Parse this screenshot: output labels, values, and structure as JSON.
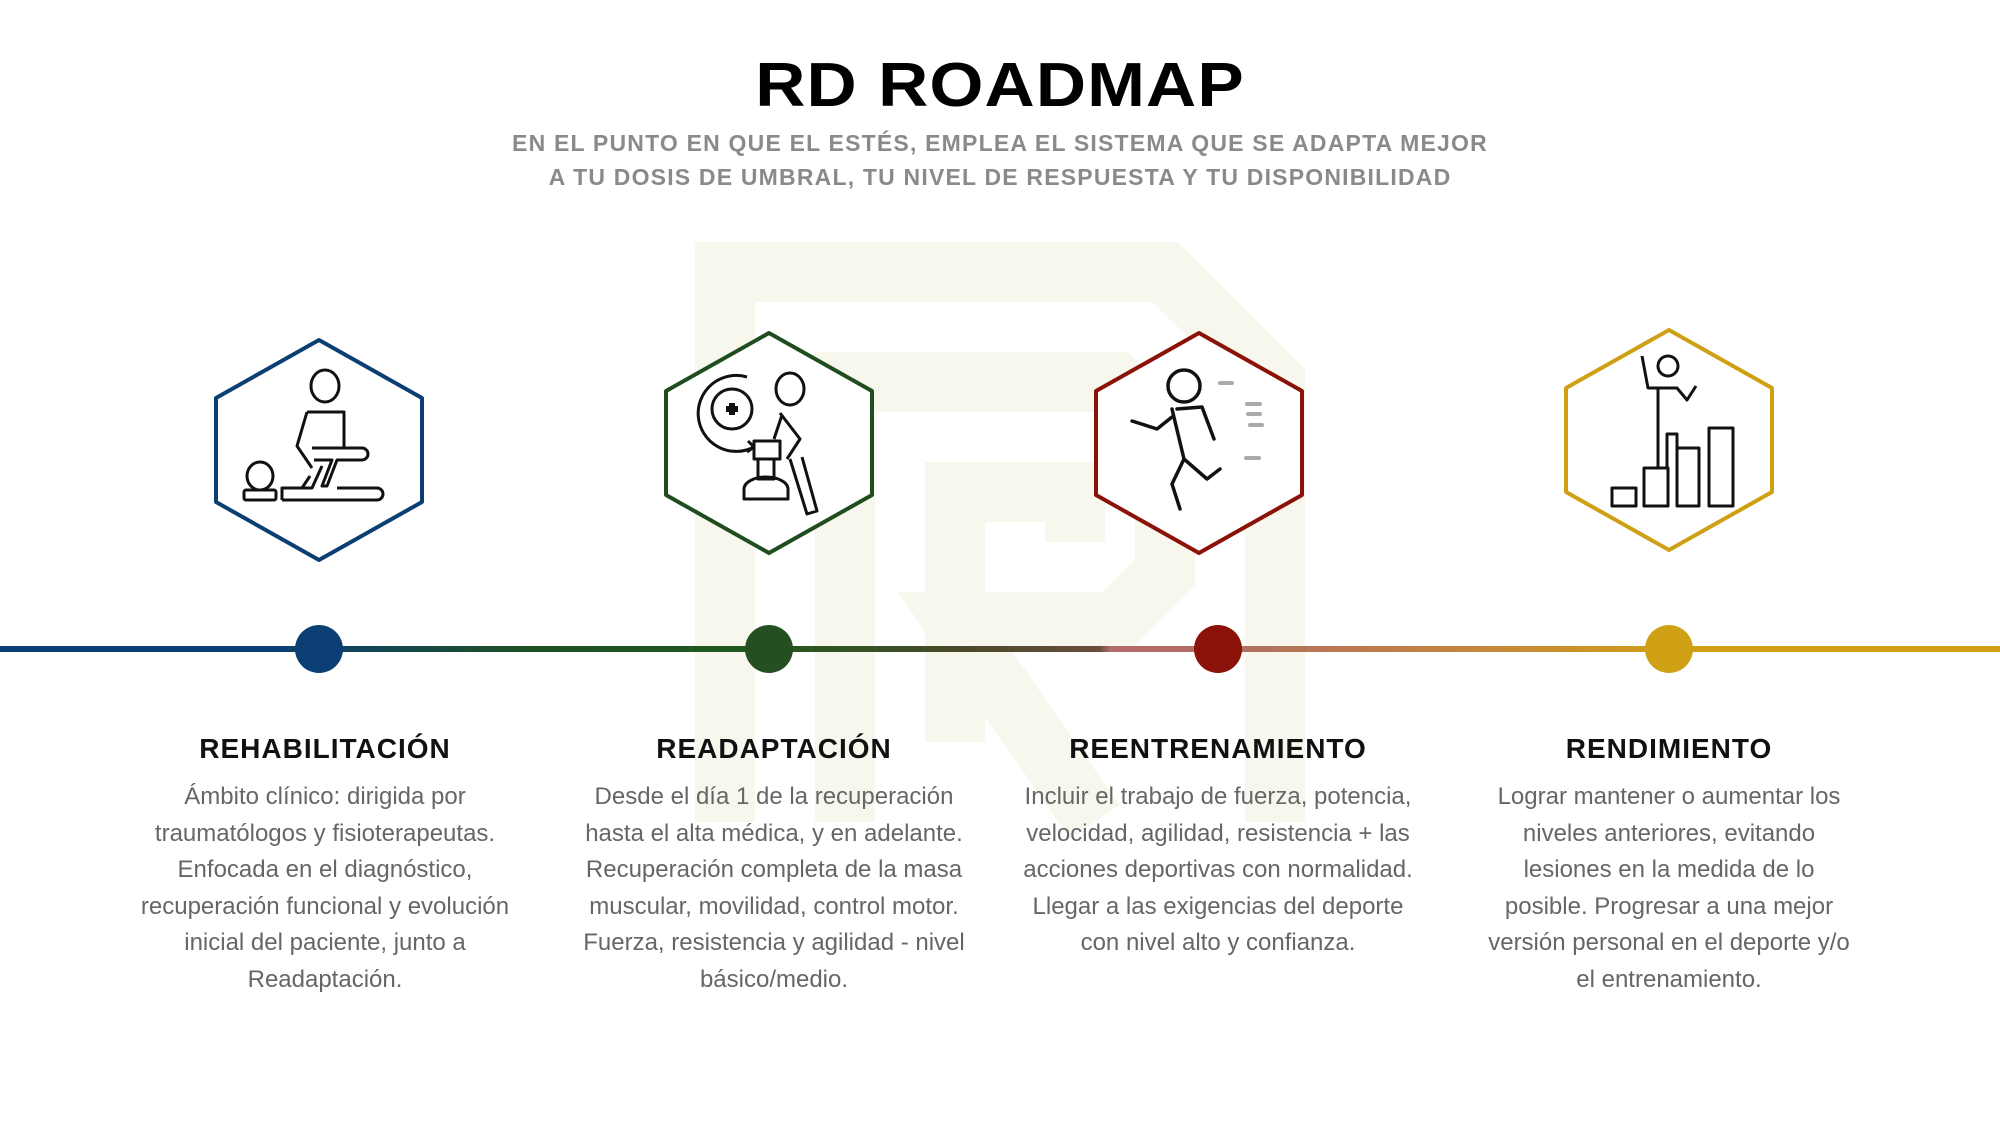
{
  "header": {
    "title": "RD ROADMAP",
    "subtitle_line1": "EN EL PUNTO EN QUE EL ESTÉS, EMPLEA EL SISTEMA QUE SE ADAPTA MEJOR",
    "subtitle_line2": "A TU DOSIS DE UMBRAL, TU NIVEL DE RESPUESTA Y TU DISPONIBILIDAD"
  },
  "colors": {
    "blue": "#0b3f73",
    "green": "#1f4d1f",
    "red": "#8a1208",
    "gold": "#cf9f14"
  },
  "stages": [
    {
      "title": "REHABILITACIÓN",
      "icon": "physiotherapy-icon",
      "text": "Ámbito clínico: dirigida por traumatólogos y fisioterapeutas. Enfocada en el diagnóstico, recuperación funcional y evolución inicial del paciente, junto a Readaptación."
    },
    {
      "title": "READAPTACIÓN",
      "icon": "recovery-knee-icon",
      "text": "Desde el día 1 de la recuperación hasta el alta médica, y en adelante. Recuperación completa de la masa muscular, movilidad, control motor. Fuerza, resistencia y agilidad - nivel básico/medio."
    },
    {
      "title": "REENTRENAMIENTO",
      "icon": "running-icon",
      "text": "Incluir el trabajo de fuerza, potencia, velocidad, agilidad, resistencia + las acciones deportivas con normalidad. Llegar a las exigencias del deporte con nivel alto y confianza."
    },
    {
      "title": "RENDIMIENTO",
      "icon": "climbing-bars-icon",
      "text": "Lograr mantener o aumentar los niveles anteriores, evitando lesiones en la medida de lo posible. Progresar a una mejor versión personal en el deporte y/o el entrenamiento."
    }
  ]
}
